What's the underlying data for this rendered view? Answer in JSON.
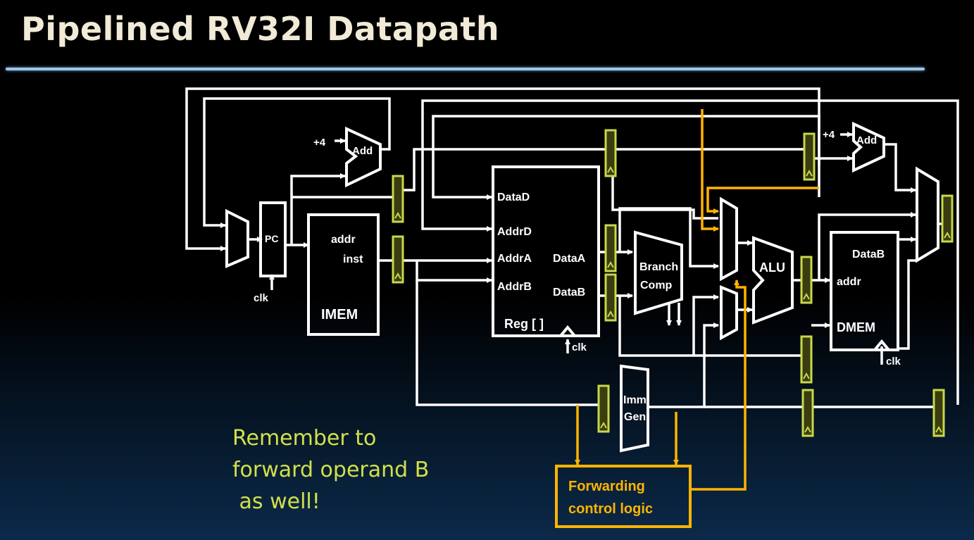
{
  "title": "Pipelined RV32I Datapath",
  "note": "Remember to\nforward operand B\n as well!",
  "colors": {
    "wire": "#ffffff",
    "forward": "#ffb400",
    "pipe_reg": "#c8d84a",
    "note": "#d2e04a",
    "rule": "#9ec4ea"
  },
  "labels": {
    "plus4_a": "+4",
    "add_a": "Add",
    "pc": "PC",
    "clk_pc": "clk",
    "imem_addr": "addr",
    "imem_inst": "inst",
    "imem": "IMEM",
    "reg_datad": "DataD",
    "reg_addrd": "AddrD",
    "reg_addra": "AddrA",
    "reg_addrb": "AddrB",
    "reg_dataa": "DataA",
    "reg_datab": "DataB",
    "reg": "Reg [ ]",
    "clk_reg": "clk",
    "branch_1": "Branch",
    "branch_2": "Comp",
    "imm_1": "Imm.",
    "imm_2": "Gen",
    "alu": "ALU",
    "plus4_b": "+4",
    "add_b": "Add",
    "dmem_datab": "DataB",
    "dmem_addr": "addr",
    "dmem": "DMEM",
    "clk_dmem": "clk",
    "fwd_1": "Forwarding",
    "fwd_2": "control logic"
  }
}
